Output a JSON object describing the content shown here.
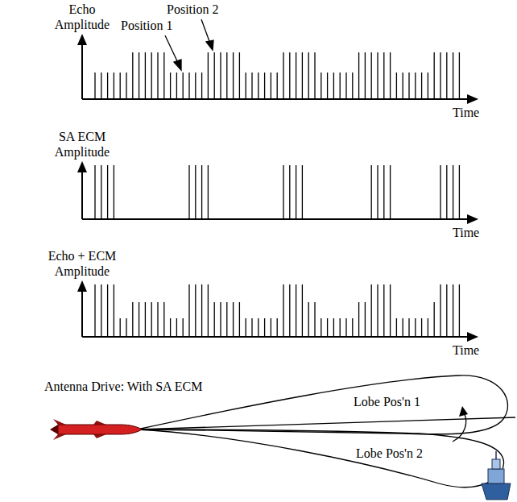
{
  "diagram": {
    "labels": [
      "Echo Amplitude",
      "Position 2",
      "Position 1",
      "Time",
      "SA ECM Amplitude",
      "Time",
      "Echo + ECM Amplitude",
      "Time",
      "Antenna Drive: With SA ECM",
      "Lobe Pos'n 1",
      "Lobe Pos'n 2"
    ]
  }
}
